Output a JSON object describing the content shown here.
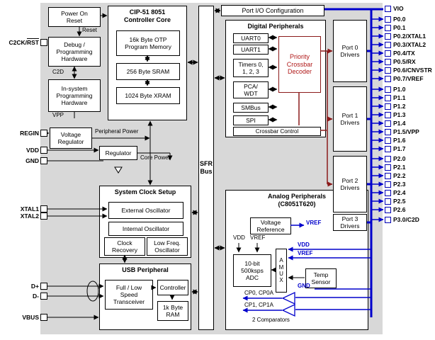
{
  "colors": {
    "chip_bg": "#d8d8d8",
    "port_blue": "#0000cc",
    "crossbar_maroon": "#8b1a1a",
    "decoder_red": "#b01818"
  },
  "pins": {
    "left_c2ck": {
      "pre": "C2CK/",
      "rst": "RST"
    },
    "left": [
      "REGIN",
      "VDD",
      "GND",
      "XTAL1",
      "XTAL2",
      "D+",
      "D-",
      "VBUS"
    ],
    "right": [
      "VIO",
      "P0.0",
      "P0.1",
      "P0.2/XTAL1",
      "P0.3/XTAL2",
      "P0.4/TX",
      "P0.5/RX",
      "P0.6/CNVSTR",
      "P0.7/VREF",
      "P1.0",
      "P1.1",
      "P1.2",
      "P1.3",
      "P1.4",
      "P1.5/VPP",
      "P1.6",
      "P1.7",
      "P2.0",
      "P2.1",
      "P2.2",
      "P2.3",
      "P2.4",
      "P2.5",
      "P2.6",
      "P3.0/C2D"
    ]
  },
  "top_left": {
    "power_on_reset": "Power On\nReset",
    "reset": "Reset",
    "debug_hw": "Debug /\nProgramming\nHardware",
    "c2d": "C2D",
    "in_system": "In-system\nProgramming\nHardware",
    "vpp": "VPP"
  },
  "core": {
    "title": "CIP-51 8051\nController Core",
    "program_memory": "16k Byte OTP\nProgram Memory",
    "sram": "256 Byte SRAM",
    "xram": "1024 Byte XRAM"
  },
  "power": {
    "voltage_regulator": "Voltage\nRegulator",
    "peripheral_power": "Peripheral Power",
    "regulator": "Regulator",
    "core_power": "Core Power"
  },
  "clock": {
    "title": "System Clock Setup",
    "external_osc": "External Oscillator",
    "internal_osc": "Internal Oscillator",
    "clock_recovery": "Clock\nRecovery",
    "low_freq_osc": "Low Freq.\nOscillator"
  },
  "usb": {
    "title": "USB Peripheral",
    "transceiver": "Full / Low\nSpeed\nTransceiver",
    "controller": "Controller",
    "ram": "1k Byte\nRAM"
  },
  "sfr_bus": "SFR\nBus",
  "port_io_config": "Port I/O Configuration",
  "digital": {
    "title": "Digital Peripherals",
    "uart0": "UART0",
    "uart1": "UART1",
    "timers": "Timers 0,\n1, 2, 3",
    "pca_wdt": "PCA/\nWDT",
    "smbus": "SMBus",
    "spi": "SPI",
    "decoder": "Priority\nCrossbar\nDecoder",
    "control": "Crossbar Control"
  },
  "analog": {
    "title": "Analog Peripherals\n(C8051T620)",
    "voltage_reference": "Voltage\nReference",
    "vref_out": "VREF",
    "vdd_top": "VDD",
    "vref_top": "VREF",
    "adc": "10-bit\n500ksps\nADC",
    "amux": "A\nM\nU\nX",
    "vdd_right": "VDD",
    "vref_right": "VREF",
    "temp_sensor": "Temp\nSensor",
    "gnd": "GND",
    "cp0": "CP0, CP0A",
    "cp1": "CP1, CP1A",
    "comparators": "2 Comparators"
  },
  "ports": [
    "Port 0\nDrivers",
    "Port 1\nDrivers",
    "Port 2\nDrivers",
    "Port 3\nDrivers"
  ]
}
